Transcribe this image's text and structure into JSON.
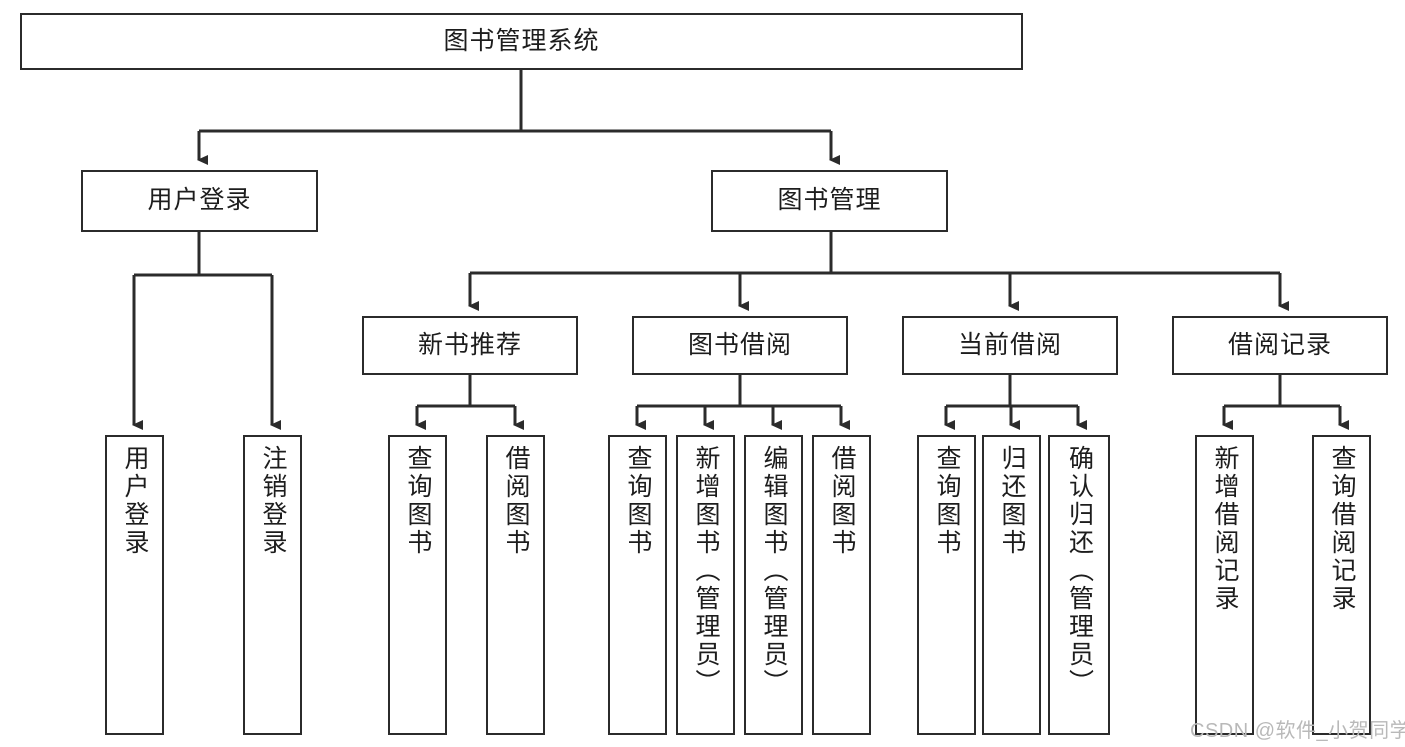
{
  "diagram": {
    "type": "tree-hierarchy",
    "title": "图书管理系统",
    "root": {
      "id": "root",
      "label": "图书管理系统"
    },
    "level2": [
      {
        "id": "user-login",
        "label": "用户登录"
      },
      {
        "id": "book-manage",
        "label": "图书管理"
      }
    ],
    "level3": [
      {
        "id": "new-book-rec",
        "label": "新书推荐",
        "parent": "book-manage"
      },
      {
        "id": "book-borrow",
        "label": "图书借阅",
        "parent": "book-manage"
      },
      {
        "id": "current-borrow",
        "label": "当前借阅",
        "parent": "book-manage"
      },
      {
        "id": "borrow-record",
        "label": "借阅记录",
        "parent": "book-manage"
      }
    ],
    "leaves": {
      "user_login": [
        {
          "id": "leaf-user-login",
          "label": "用户登录"
        },
        {
          "id": "leaf-user-logout",
          "label": "注销登录"
        }
      ],
      "new_book_rec": [
        {
          "id": "leaf-query-book-1",
          "label": "查询图书"
        },
        {
          "id": "leaf-borrow-book-1",
          "label": "借阅图书"
        }
      ],
      "book_borrow": [
        {
          "id": "leaf-query-book-2",
          "label": "查询图书"
        },
        {
          "id": "leaf-add-book",
          "label": "新增图书（管理员）"
        },
        {
          "id": "leaf-edit-book",
          "label": "编辑图书（管理员）"
        },
        {
          "id": "leaf-borrow-book-2",
          "label": "借阅图书"
        }
      ],
      "current_borrow": [
        {
          "id": "leaf-query-book-3",
          "label": "查询图书"
        },
        {
          "id": "leaf-return-book",
          "label": "归还图书"
        },
        {
          "id": "leaf-confirm-return",
          "label": "确认归还（管理员）"
        }
      ],
      "borrow_record": [
        {
          "id": "leaf-add-record",
          "label": "新增借阅记录"
        },
        {
          "id": "leaf-query-record",
          "label": "查询借阅记录"
        }
      ]
    }
  },
  "watermark": {
    "text": "CSDN @软件_小贺同学"
  },
  "colors": {
    "stroke": "#2b2b2b",
    "fill": "#ffffff",
    "text": "#1d1d1d",
    "watermark": "#b9b9b9"
  }
}
